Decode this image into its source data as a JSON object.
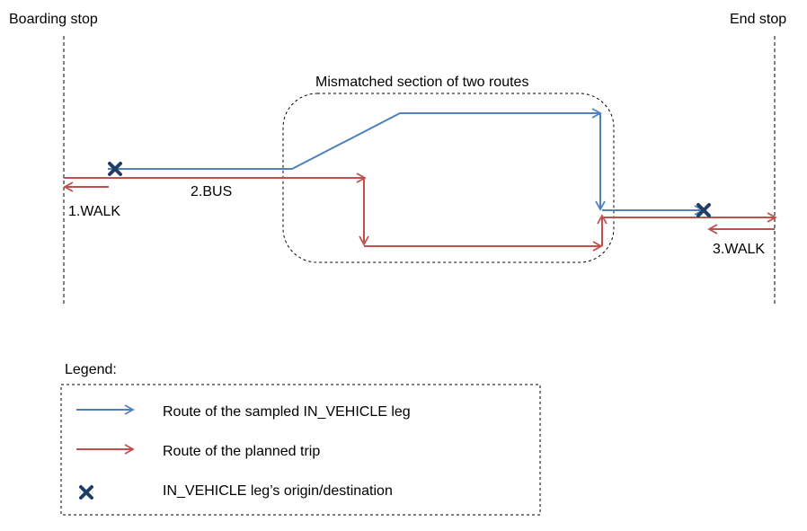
{
  "labels": {
    "boarding_stop": "Boarding stop",
    "end_stop": "End stop",
    "mismatch": "Mismatched section of two routes",
    "walk1": "1.WALK",
    "bus": "2.BUS",
    "walk3": "3.WALK"
  },
  "legend": {
    "title": "Legend:",
    "items": [
      {
        "label": "Route of the sampled IN_VEHICLE leg",
        "icon": "blue-arrow-icon"
      },
      {
        "label": "Route of the planned trip",
        "icon": "red-arrow-icon"
      },
      {
        "label": "IN_VEHICLE leg’s origin/destination",
        "icon": "x-marker-icon"
      }
    ]
  },
  "colors": {
    "sampled_route": "#4f81bd",
    "planned_route": "#c0504d",
    "marker": "#1f3f66",
    "dashed": "#000000"
  }
}
